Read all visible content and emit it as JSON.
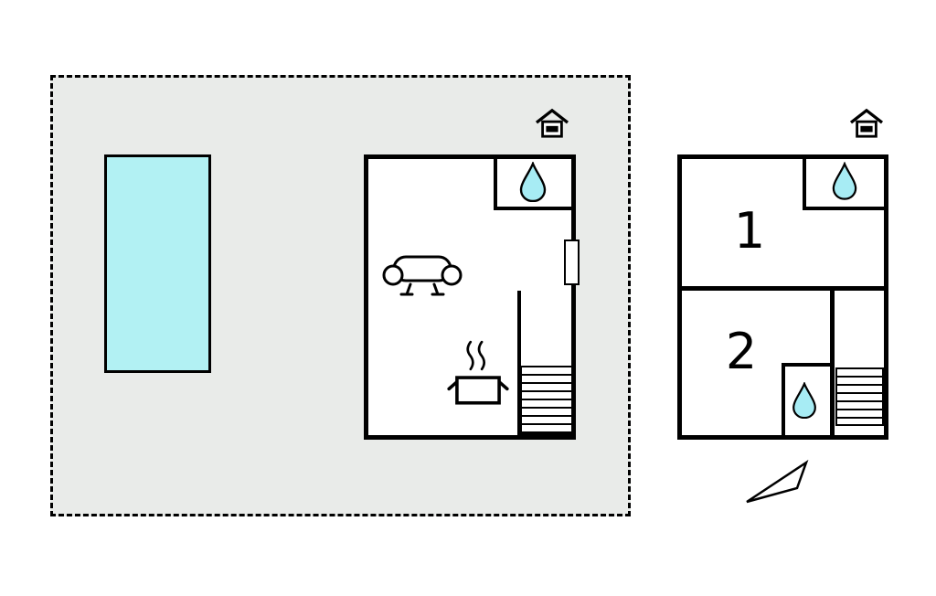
{
  "colors": {
    "plot_fill": "#e9ebe9",
    "pool_fill": "#b2f1f3",
    "drop_fill": "#a7ecf4",
    "line": "#000000"
  },
  "plot": {
    "kind": "property-boundary"
  },
  "pool": {
    "kind": "swimming-pool"
  },
  "ground_floor": {
    "features": [
      "bathroom",
      "sofa",
      "cooker",
      "stairs",
      "door"
    ]
  },
  "upper_floor": {
    "rooms": [
      {
        "label": "1"
      },
      {
        "label": "2"
      }
    ],
    "features": [
      "bathroom-top",
      "bathroom-bottom",
      "stairs"
    ]
  },
  "icons": {
    "house": "house-icon",
    "water_drop": "water-drop-icon",
    "stairs": "stairs-icon",
    "sofa": "sofa-icon",
    "cooker": "cooker-icon",
    "arrow": "direction-arrow-icon"
  }
}
